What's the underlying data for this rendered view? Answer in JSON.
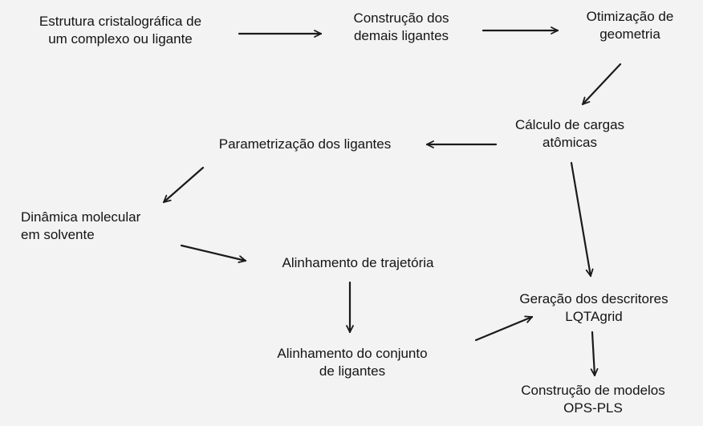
{
  "nodes": {
    "estrutura": [
      "Estrutura cristalográfica de",
      "um complexo ou ligante"
    ],
    "construcao_ligantes": [
      "Construção dos",
      "demais ligantes"
    ],
    "otimizacao": [
      "Otimização de",
      "geometria"
    ],
    "calculo_cargas": [
      "Cálculo de cargas",
      "atômicas"
    ],
    "parametrizacao": [
      "Parametrização dos ligantes"
    ],
    "dinamica": [
      "Dinâmica molecular",
      "em solvente"
    ],
    "alinhamento_trajetoria": [
      "Alinhamento de trajetória"
    ],
    "alinhamento_conjunto": [
      "Alinhamento do conjunto",
      "de ligantes"
    ],
    "geracao_descritores": [
      "Geração dos descritores",
      "LQTAgrid"
    ],
    "construcao_modelos": [
      "Construção de modelos",
      "OPS-PLS"
    ]
  }
}
